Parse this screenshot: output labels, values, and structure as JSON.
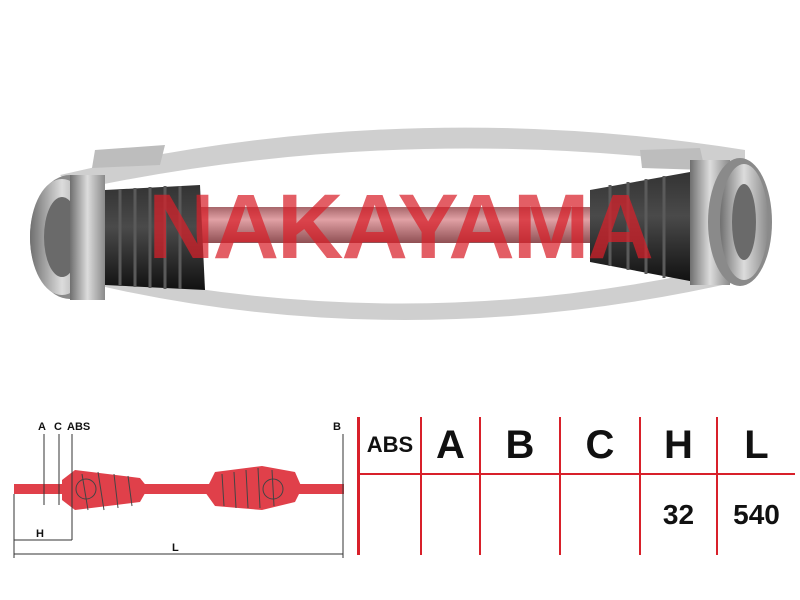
{
  "brand": {
    "logo_text": "NAKAYAMA",
    "color": "#d8202a"
  },
  "colors": {
    "accent": "#d8202a",
    "shaft": "#cfcfcf",
    "boot": "#1b1b1b",
    "swoosh": "#c9c9c9"
  },
  "diagram": {
    "label_a": "A",
    "label_c": "C",
    "label_abs": "ABS",
    "label_b": "B",
    "label_h": "H",
    "label_l": "L"
  },
  "table": {
    "headers": [
      "ABS",
      "A",
      "B",
      "C",
      "H",
      "L"
    ],
    "values": [
      "",
      "",
      "",
      "",
      "32",
      "540"
    ]
  }
}
